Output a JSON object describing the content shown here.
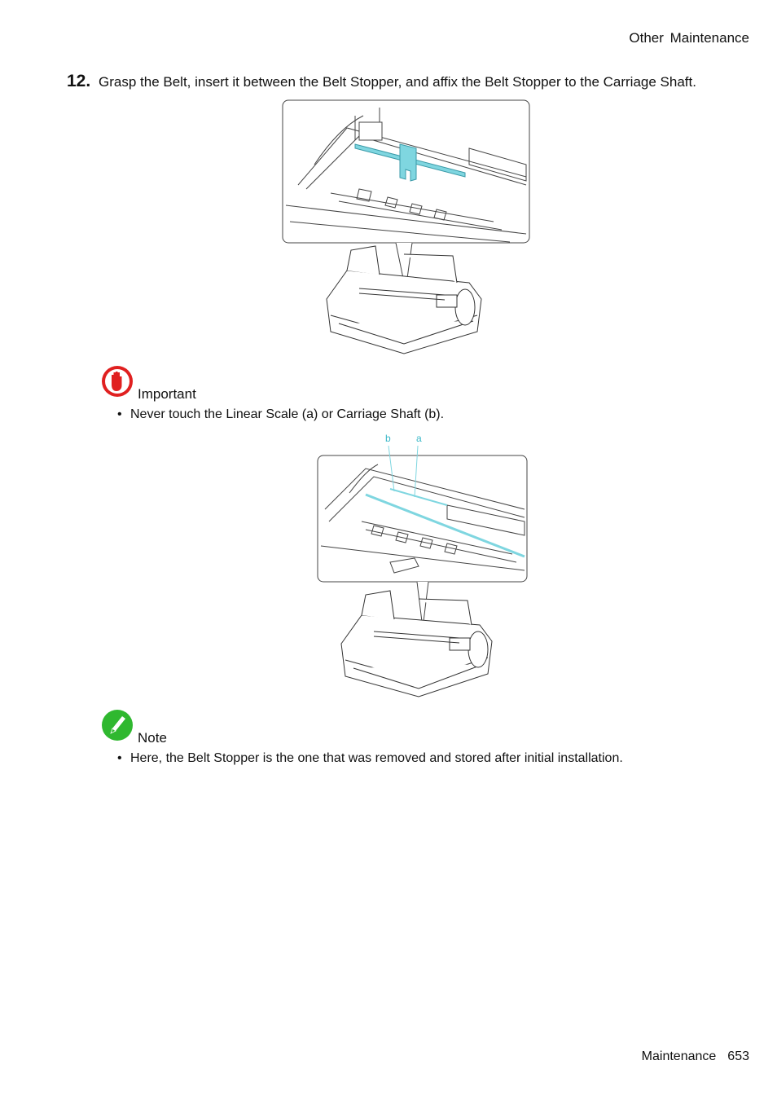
{
  "header": {
    "section": "Other  Maintenance"
  },
  "step": {
    "number": "12.",
    "text": "Grasp the Belt, insert it between the Belt Stopper, and affix the Belt Stopper to the Carriage Shaft."
  },
  "important": {
    "title": "Important",
    "items": [
      "Never touch the Linear Scale (a) or Carriage Shaft (b)."
    ]
  },
  "figure2": {
    "label_b": "b",
    "label_a": "a"
  },
  "note": {
    "title": "Note",
    "items": [
      "Here, the Belt Stopper is the one that was removed and stored after initial installation."
    ]
  },
  "footer": {
    "section": "Maintenance",
    "page": "653"
  },
  "colors": {
    "highlight": "#7fd6e0",
    "important_red": "#e02020",
    "note_green": "#2fb82f"
  }
}
